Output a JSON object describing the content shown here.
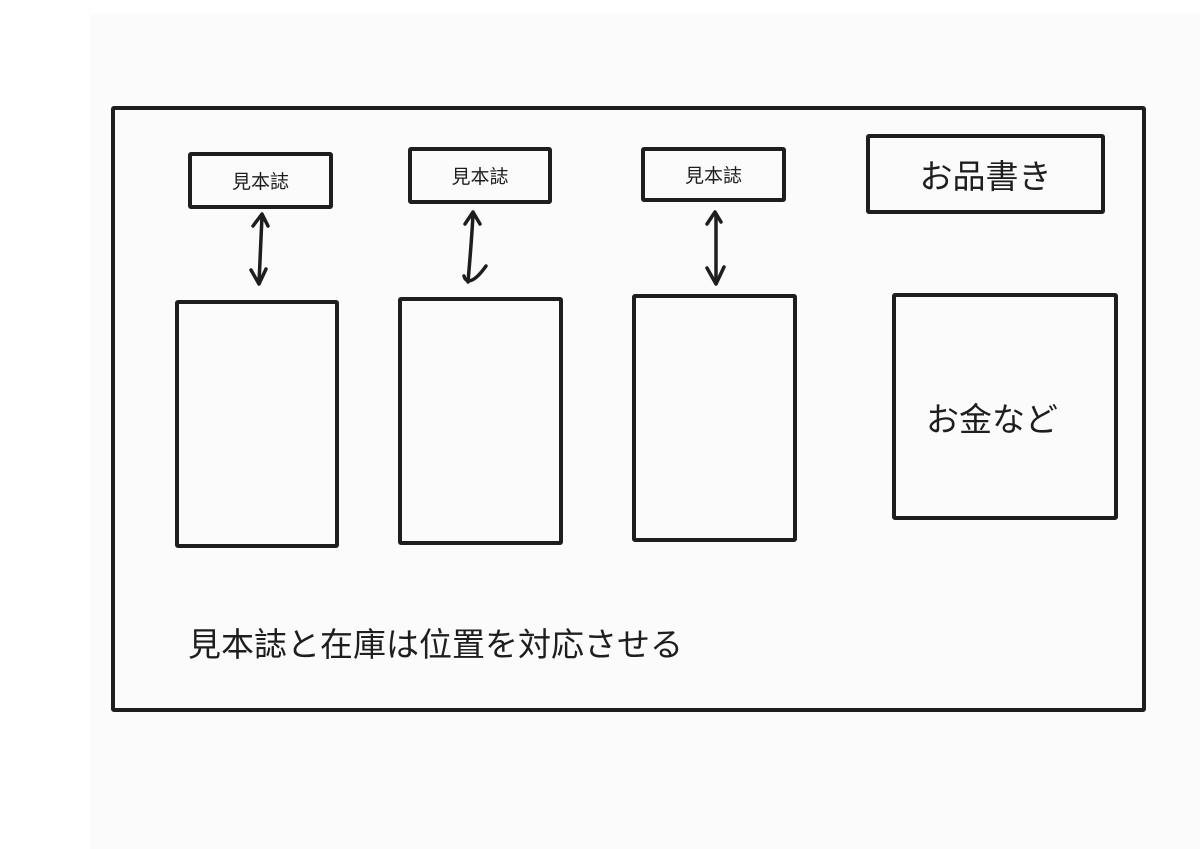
{
  "sample_labels": [
    "見本誌",
    "見本誌",
    "見本誌"
  ],
  "menu_label": "お品書き",
  "money_label": "お金など",
  "note": "見本誌と在庫は位置を対応させる",
  "colors": {
    "ink": "#1e1e1e",
    "paper": "#fbfbfb",
    "background": "#ffffff"
  }
}
